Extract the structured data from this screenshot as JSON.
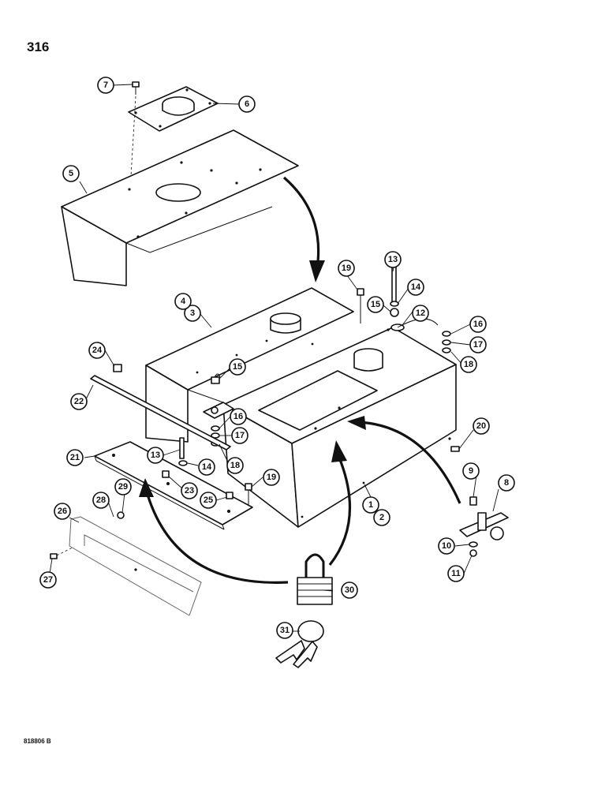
{
  "page_number": "316",
  "figure_code": "818806 B",
  "callouts": [
    {
      "id": "c1",
      "label": "1"
    },
    {
      "id": "c2",
      "label": "2"
    },
    {
      "id": "c3",
      "label": "3"
    },
    {
      "id": "c4",
      "label": "4"
    },
    {
      "id": "c5",
      "label": "5"
    },
    {
      "id": "c6",
      "label": "6"
    },
    {
      "id": "c7",
      "label": "7"
    },
    {
      "id": "c8",
      "label": "8"
    },
    {
      "id": "c9",
      "label": "9"
    },
    {
      "id": "c10",
      "label": "10"
    },
    {
      "id": "c11",
      "label": "11"
    },
    {
      "id": "c12",
      "label": "12"
    },
    {
      "id": "c13a",
      "label": "13"
    },
    {
      "id": "c13b",
      "label": "13"
    },
    {
      "id": "c14a",
      "label": "14"
    },
    {
      "id": "c14b",
      "label": "14"
    },
    {
      "id": "c15a",
      "label": "15"
    },
    {
      "id": "c15b",
      "label": "15"
    },
    {
      "id": "c16a",
      "label": "16"
    },
    {
      "id": "c16b",
      "label": "16"
    },
    {
      "id": "c17a",
      "label": "17"
    },
    {
      "id": "c17b",
      "label": "17"
    },
    {
      "id": "c18a",
      "label": "18"
    },
    {
      "id": "c18b",
      "label": "18"
    },
    {
      "id": "c19a",
      "label": "19"
    },
    {
      "id": "c19b",
      "label": "19"
    },
    {
      "id": "c20",
      "label": "20"
    },
    {
      "id": "c21",
      "label": "21"
    },
    {
      "id": "c22",
      "label": "22"
    },
    {
      "id": "c23",
      "label": "23"
    },
    {
      "id": "c24",
      "label": "24"
    },
    {
      "id": "c25",
      "label": "25"
    },
    {
      "id": "c26",
      "label": "26"
    },
    {
      "id": "c27",
      "label": "27"
    },
    {
      "id": "c28",
      "label": "28"
    },
    {
      "id": "c29",
      "label": "29"
    },
    {
      "id": "c30",
      "label": "30"
    },
    {
      "id": "c31",
      "label": "31"
    }
  ]
}
